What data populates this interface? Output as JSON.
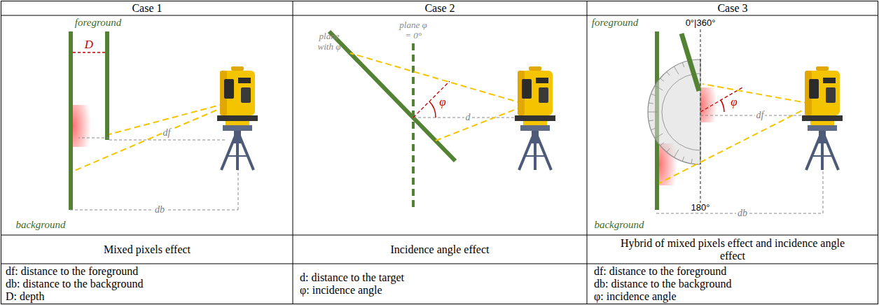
{
  "diagram": {
    "labels": [
      "Case 1",
      "Case 2",
      "Case 3",
      "foreground",
      "D",
      "df",
      "db",
      "background",
      "plane with φ",
      "plane φ = 0°",
      "φ",
      "d",
      "foreground",
      "0°|360°",
      "φ",
      "df",
      "180°",
      "db",
      "background",
      "Mixed pixels effect",
      "Incidence angle effect",
      "Hybrid of mixed pixels effect and incidence angle effect",
      "df: distance to the foreground",
      "db: distance to the background",
      "D: depth",
      "d: distance to the target",
      "φ: incidence angle",
      "df: distance to the foreground",
      "db: distance to the background",
      "φ: incidence angle"
    ]
  }
}
